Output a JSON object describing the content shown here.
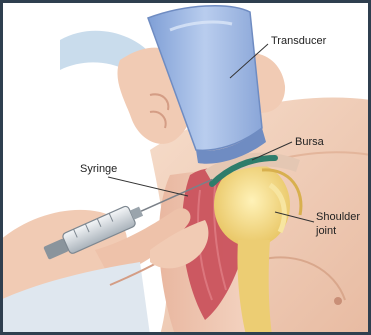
{
  "labels": {
    "transducer": "Transducer",
    "bursa": "Bursa",
    "syringe": "Syringe",
    "shoulder_joint_line1": "Shoulder",
    "shoulder_joint_line2": "joint"
  },
  "colors": {
    "frame_border": "#2f3f4f",
    "background": "#ffffff",
    "skin_light": "#f3d6c2",
    "skin_shade": "#dfae93",
    "muscle": "#c9505a",
    "bone": "#f2dc88",
    "bursa": "#2e7d6b",
    "glove": "#c9dcec",
    "transducer": "#9ab4df",
    "leader_line": "#333333"
  },
  "icons": [
    "ultrasound-transducer-icon",
    "syringe-icon",
    "gloved-hand-icon"
  ]
}
